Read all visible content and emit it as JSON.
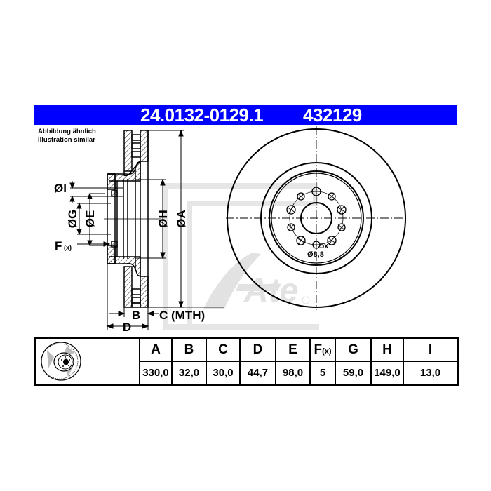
{
  "header": {
    "part_number": "24.0132-0129.1",
    "article_code": "432129",
    "banner_color": "#0000ff"
  },
  "caption": {
    "line1": "Abbildung ähnlich",
    "line2": "Illustration similar"
  },
  "cross_section": {
    "labels": {
      "I": "ØI",
      "G": "ØG",
      "E": "ØE",
      "H": "ØH",
      "A": "ØA",
      "F": "F",
      "F_sub": "(x)",
      "B": "B",
      "C": "C (MTH)",
      "D": "D"
    }
  },
  "front_view": {
    "bolt_count_label": "5x",
    "bolt_hole_diameter_label": "Ø8,8"
  },
  "watermark": {
    "brand": "Ate",
    "registered": "®"
  },
  "spec_table": {
    "columns": [
      {
        "key": "A",
        "label": "A",
        "value": "330,0"
      },
      {
        "key": "B",
        "label": "B",
        "value": "32,0"
      },
      {
        "key": "C",
        "label": "C",
        "value": "30,0"
      },
      {
        "key": "D",
        "label": "D",
        "value": "44,7"
      },
      {
        "key": "E",
        "label": "E",
        "value": "98,0"
      },
      {
        "key": "F",
        "label": "F",
        "label_sub": "(x)",
        "value": "5"
      },
      {
        "key": "G",
        "label": "G",
        "value": "59,0"
      },
      {
        "key": "H",
        "label": "H",
        "value": "149,0"
      },
      {
        "key": "I",
        "label": "I",
        "value": "13,0"
      }
    ]
  }
}
